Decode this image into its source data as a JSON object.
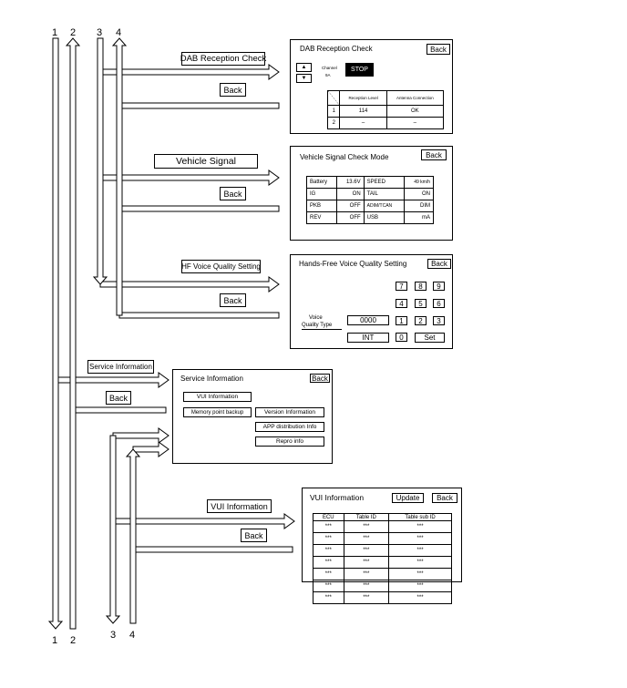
{
  "numbers": {
    "top": [
      "1",
      "2",
      "3",
      "4"
    ],
    "bottom": [
      "1",
      "2",
      "3",
      "4"
    ]
  },
  "labels": {
    "dab_reception_check": "DAB Reception Check",
    "vehicle_signal": "Vehicle Signal",
    "hf_voice_quality_setting": "HF Voice Quality Setting",
    "service_information": "Service Information",
    "vui_information": "VUI Information",
    "back": "Back"
  },
  "dab": {
    "title": "DAB Reception Check",
    "back": "Back",
    "up_glyph": "▲",
    "down_glyph": "▼",
    "channel_label": "Channel",
    "channel_value": "9A",
    "stop": "STOP",
    "headers": [
      "",
      "Reception Level",
      "Antenna Connection"
    ],
    "rows": [
      [
        "1",
        "114",
        "OK"
      ],
      [
        "2",
        "–",
        "–"
      ]
    ]
  },
  "vehicle": {
    "title": "Vehicle Signal Check Mode",
    "back": "Back",
    "rows": [
      [
        "Battery",
        "13.6V",
        "SPEED",
        "49 km/h"
      ],
      [
        "IG",
        "ON",
        "TAIL",
        "ON"
      ],
      [
        "PKB",
        "OFF",
        "ADIM/TCAN",
        "DIM"
      ],
      [
        "REV",
        "OFF",
        "USB",
        "mA"
      ]
    ]
  },
  "hf": {
    "title": "Hands-Free Voice Quality Setting",
    "back": "Back",
    "keys_row1": [
      "7",
      "8",
      "9"
    ],
    "keys_row2": [
      "4",
      "5",
      "6"
    ],
    "keys_row3": [
      "1",
      "2",
      "3"
    ],
    "voice_label_1": "Voice",
    "voice_label_2": "Quality Type",
    "value": "0000",
    "int": "INT",
    "zero": "0",
    "set": "Set"
  },
  "service": {
    "title": "Service Information",
    "back": "Back",
    "vui": "VUI Information",
    "memory": "Memory point backup",
    "version": "Version Information",
    "app": "APP distribution Info",
    "repro": "Repro info"
  },
  "vui": {
    "title": "VUI Information",
    "update": "Update",
    "back": "Back",
    "headers": [
      "ECU",
      "Table ID",
      "Table sub ID"
    ],
    "rows": [
      [
        "***",
        "***",
        "***"
      ],
      [
        "***",
        "***",
        "***"
      ],
      [
        "***",
        "***",
        "***"
      ],
      [
        "***",
        "***",
        "***"
      ],
      [
        "***",
        "***",
        "***"
      ],
      [
        "***",
        "***",
        "***"
      ],
      [
        "***",
        "***",
        "***"
      ]
    ]
  }
}
